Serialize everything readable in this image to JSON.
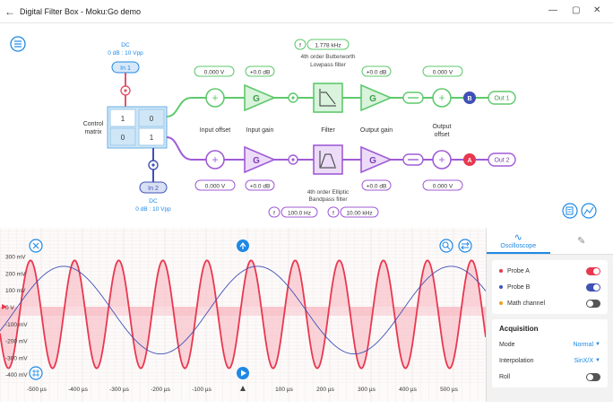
{
  "window": {
    "title": "Digital Filter Box - Moku:Go demo"
  },
  "colors": {
    "green": "#5ec96c",
    "purple": "#a05bd6",
    "blue": "#1e88e5",
    "red_trace": "#e8384f",
    "blue_trace": "#3f51b5"
  },
  "inputs": {
    "in1": {
      "label": "In 1",
      "dc": "DC",
      "range": "0 dB : 10 Vpp"
    },
    "in2": {
      "label": "In 2",
      "dc": "DC",
      "range": "0 dB : 10 Vpp"
    }
  },
  "matrix": {
    "label_line1": "Control",
    "label_line2": "matrix",
    "cells": [
      "1",
      "0",
      "0",
      "1"
    ]
  },
  "top_chain": {
    "input_offset": "0.000 V",
    "input_gain": "+0.0 dB",
    "filter_freq": "1.778 kHz",
    "filter_desc1": "4th order Butterworth",
    "filter_desc2": "Lowpass filter",
    "output_gain": "+0.0 dB",
    "output_offset": "0.000 V",
    "probe": "B",
    "out": "Out 1"
  },
  "bottom_chain": {
    "input_offset": "0.000 V",
    "input_gain": "+0.0 dB",
    "filter_desc1": "4th order Elliptic",
    "filter_desc2": "Bandpass filter",
    "filter_low": "100.0 Hz",
    "filter_high": "10.00 kHz",
    "output_gain": "+0.0 dB",
    "output_offset": "0.000 V",
    "probe": "A",
    "out": "Out 2"
  },
  "stage_labels": {
    "input_offset": "Input offset",
    "input_gain": "Input gain",
    "filter": "Filter",
    "output_gain": "Output gain",
    "output_offset_1": "Output",
    "output_offset_2": "offset"
  },
  "scope": {
    "y_ticks": [
      "300 mV",
      "200 mV",
      "100 mV",
      "0 V",
      "-100 mV",
      "-200 mV",
      "-300 mV",
      "-400 mV"
    ],
    "x_ticks": [
      "-500 µs",
      "-400 µs",
      "-300 µs",
      "-200 µs",
      "-100 µs",
      "100 µs",
      "200 µs",
      "300 µs",
      "400 µs",
      "500 µs"
    ]
  },
  "panel": {
    "tab_oscilloscope": "Oscilloscope",
    "probes": [
      {
        "label": "Probe A",
        "color": "#e8384f",
        "on": true
      },
      {
        "label": "Probe B",
        "color": "#3f51b5",
        "on": true
      },
      {
        "label": "Math channel",
        "color": "#f0a020",
        "on": false
      }
    ],
    "acquisition": "Acquisition",
    "rows": [
      {
        "label": "Mode",
        "value": "Normal"
      },
      {
        "label": "Interpolation",
        "value": "SinX/X"
      }
    ],
    "roll": "Roll"
  }
}
